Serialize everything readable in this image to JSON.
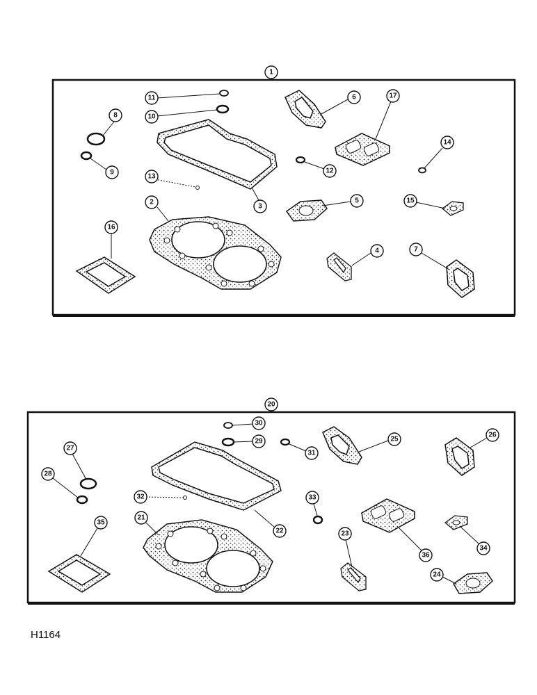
{
  "figure_id": "H1164",
  "kits": [
    {
      "callout": "1",
      "parts": [
        "2",
        "3",
        "4",
        "5",
        "6",
        "7",
        "8",
        "9",
        "10",
        "11",
        "12",
        "13",
        "14",
        "15",
        "16",
        "17"
      ]
    },
    {
      "callout": "20",
      "parts": [
        "21",
        "22",
        "23",
        "24",
        "25",
        "26",
        "27",
        "28",
        "29",
        "30",
        "31",
        "32",
        "33",
        "34",
        "35",
        "36"
      ]
    }
  ]
}
